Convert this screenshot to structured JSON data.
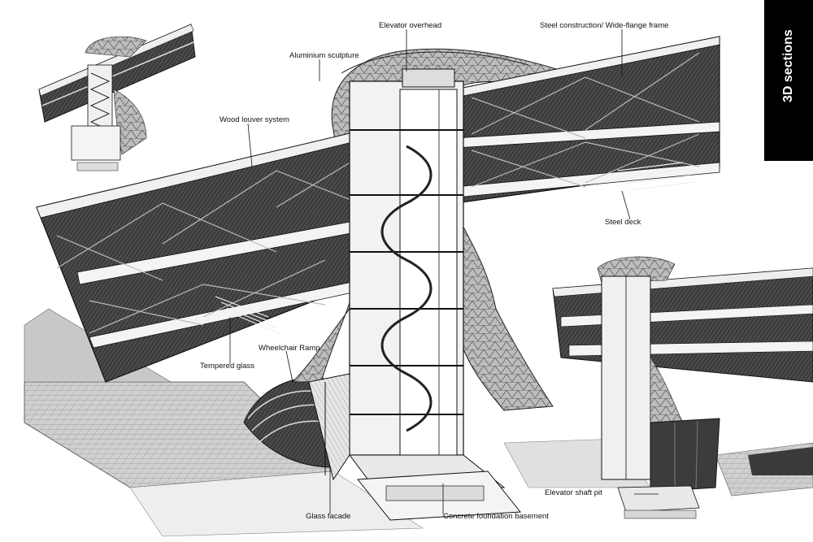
{
  "title": "3D sections",
  "labels": {
    "elevator_overhead": "Elevator overhead",
    "steel_construction": "Steel construction/ Wide-flange frame",
    "aluminium_sculpture": "Aluminium sculpture",
    "wood_louver": "Wood louver system",
    "steel_deck": "Steel deck",
    "tempered_glass": "Tempered glass",
    "wheelchair_ramp": "Wheelchair Ramp",
    "glass_facade": "Glass facade",
    "concrete_foundation": "Concrete foundation basement",
    "elevator_shaft_pit": "Elevator shaft pit"
  },
  "colors": {
    "ink": "#1a1a1a",
    "dark_glass": "#3a3a3a",
    "mid_glass": "#6a6a6a",
    "light_slab": "#f2f2f2",
    "ground": "#d9d9d9",
    "title_band": "#000000",
    "title_text": "#ffffff"
  }
}
